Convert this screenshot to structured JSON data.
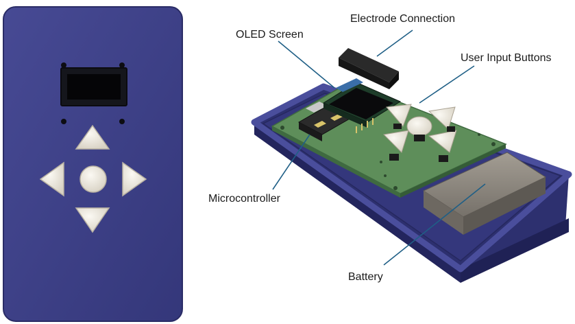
{
  "labels": {
    "electrode": "Electrode Connection",
    "oled": "OLED Screen",
    "buttons": "User Input Buttons",
    "mcu": "Microcontroller",
    "battery": "Battery"
  },
  "colors": {
    "enclosure": "#3c3f86",
    "enclosure_dark": "#24265e",
    "pcb": "#5e8e5a",
    "pcb_dark": "#3f6a40",
    "button": "#ece8de",
    "battery": "#8d877e",
    "leader": "#1f5f86"
  }
}
